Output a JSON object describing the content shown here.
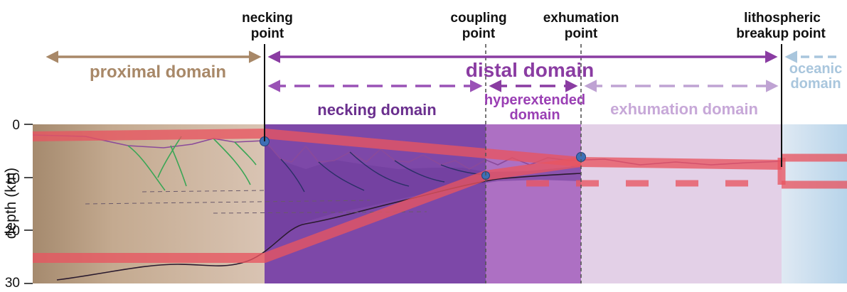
{
  "point_labels": {
    "necking": [
      "necking",
      "point"
    ],
    "coupling": [
      "coupling",
      "point"
    ],
    "exhumation": [
      "exhumation",
      "point"
    ],
    "breakup": [
      "lithospheric",
      "breakup point"
    ]
  },
  "domains": {
    "proximal": "proximal domain",
    "distal": "distal domain",
    "oceanic": [
      "oceanic",
      "domain"
    ],
    "necking": "necking domain",
    "hyperextended": [
      "hyperextended",
      "domain"
    ],
    "exhumation": "exhumation domain"
  },
  "axis": {
    "label": "depth (km)",
    "ticks": [
      "0",
      "10",
      "20",
      "30"
    ]
  },
  "colors": {
    "proximal": "#b89a7e",
    "distal": "#8e3fa3",
    "necking": "#7d43a6",
    "hyperextended": "#a566be",
    "exhumation": "#c7a8d8",
    "oceanic": "#9fc3dd",
    "red_line": "#e85560"
  }
}
